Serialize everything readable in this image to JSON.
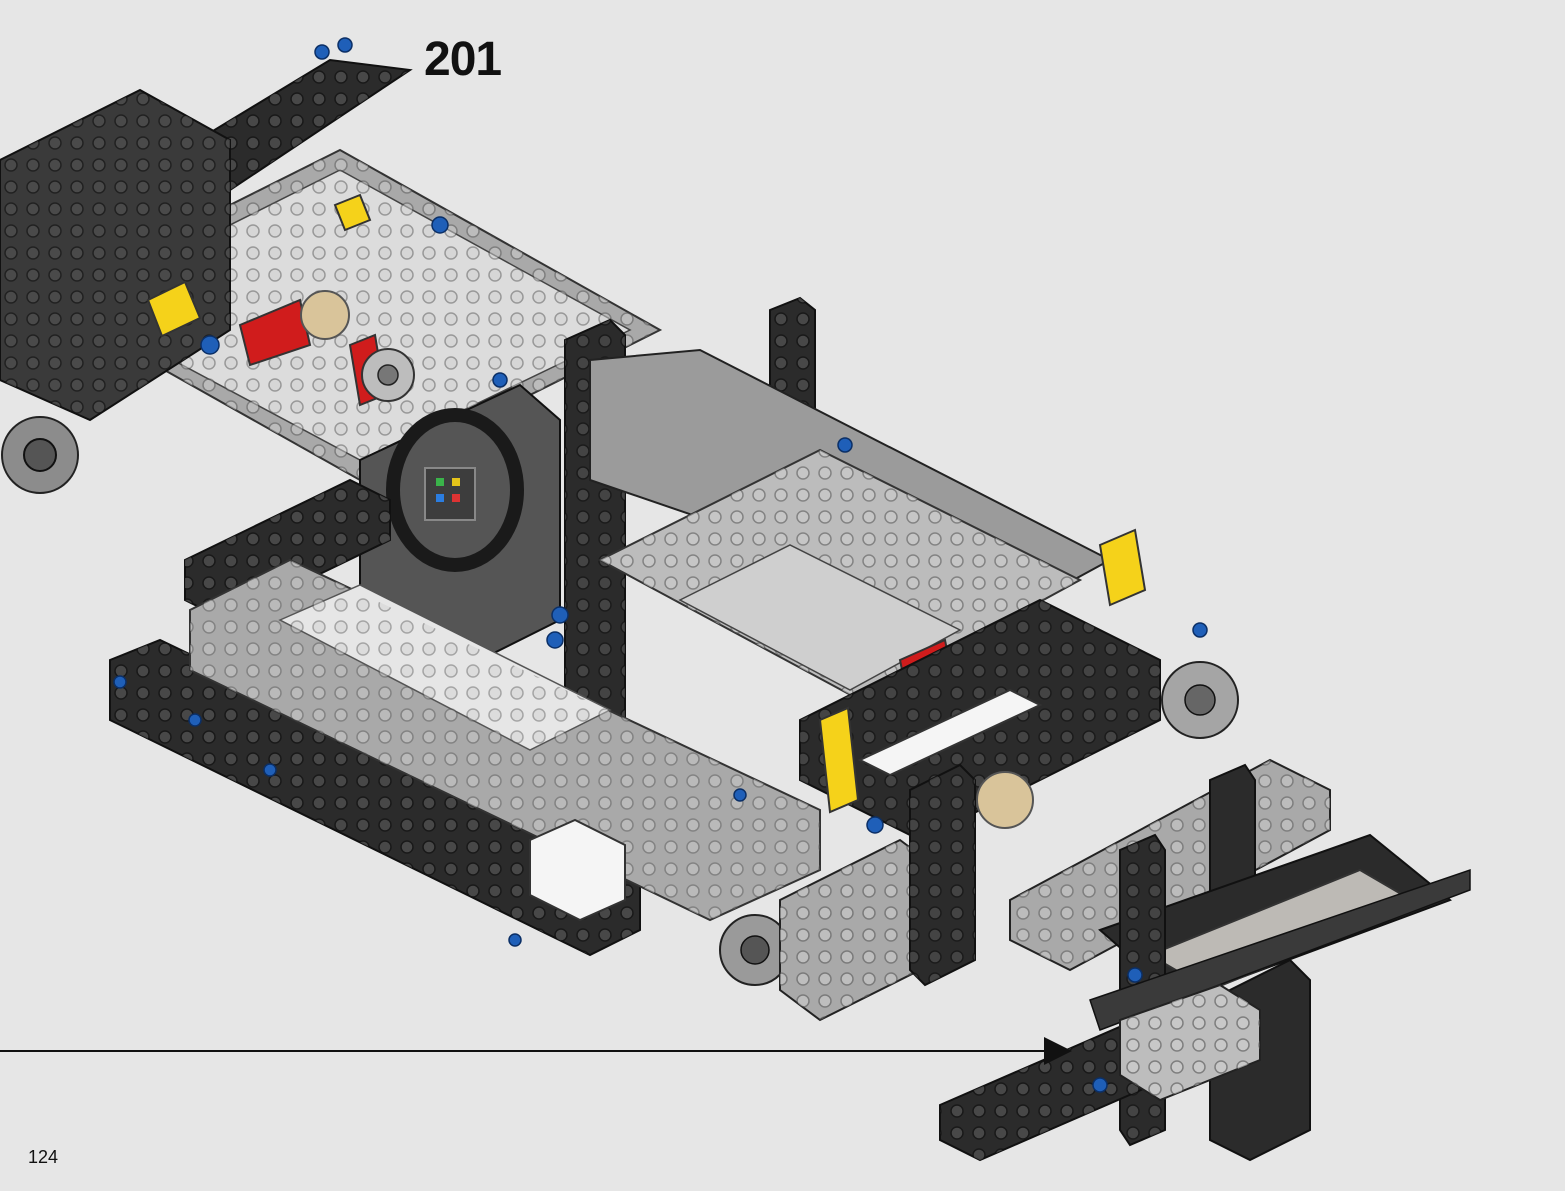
{
  "step": {
    "number": "201"
  },
  "page": {
    "number": "124"
  },
  "colors": {
    "background": "#e6e6e6",
    "beam_black": "#2b2b2b",
    "beam_grey": "#a9a9a9",
    "beam_white": "#f5f5f5",
    "pin_blue": "#1f5fb8",
    "accent_yellow": "#f5d21a",
    "accent_red": "#d01c1c",
    "gear_tan": "#d9c49a"
  },
  "illustration": {
    "subject": "technic-chassis-assembly",
    "arrow_direction": "right"
  }
}
